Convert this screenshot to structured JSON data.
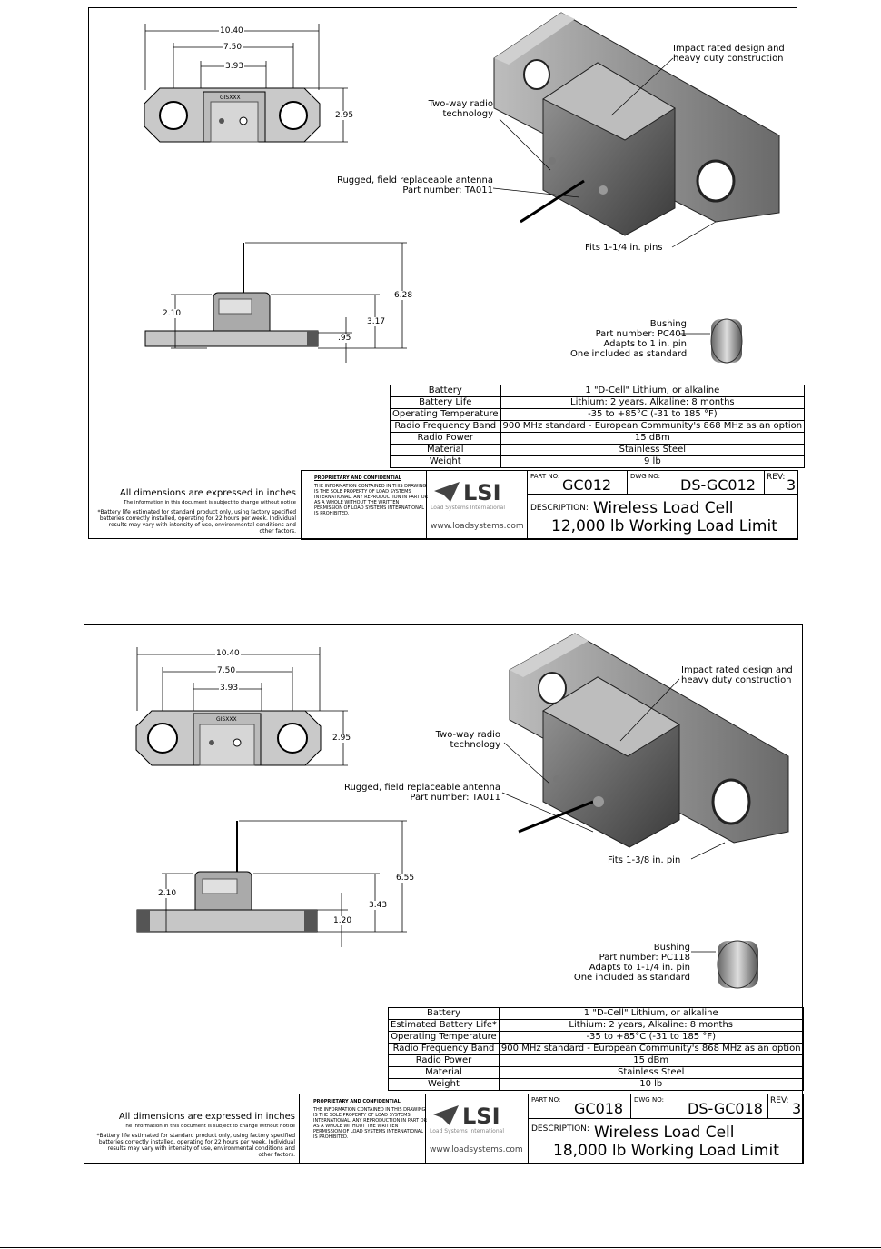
{
  "sheets": [
    {
      "dims": {
        "d1": "10.40",
        "d2": "7.50",
        "d3": "3.93",
        "height_top": "2.95",
        "antenna_total": "6.28",
        "body": "3.17",
        "housing": "2.10",
        "base": ".95"
      },
      "plate_label": "GISXXX",
      "callouts": {
        "impact": [
          "Impact rated design and",
          "heavy duty construction"
        ],
        "radio": [
          "Two-way radio",
          "technology"
        ],
        "antenna": [
          "Rugged, field replaceable antenna",
          "Part number:  TA011"
        ],
        "pins": "Fits 1-1/4 in. pins",
        "bushing": [
          "Bushing",
          "Part number: PC401",
          "Adapts to 1 in. pin",
          "One included as standard"
        ]
      },
      "specs": [
        [
          "Battery",
          "1 \"D-Cell\" Lithium, or alkaline"
        ],
        [
          "Battery Life",
          "Lithium:  2 years, Alkaline:  8 months"
        ],
        [
          "Operating Temperature",
          "-35 to +85°C (-31 to 185 °F)"
        ],
        [
          "Radio Frequency Band",
          "900 MHz standard - European Community's 868 MHz as an option"
        ],
        [
          "Radio Power",
          "15 dBm"
        ],
        [
          "Material",
          "Stainless Steel"
        ],
        [
          "Weight",
          "9 lb"
        ]
      ],
      "part_no": "GC012",
      "dwg_no": "DS-GC012",
      "rev": "3",
      "desc1": "Wireless Load Cell",
      "desc2": "12,000 lb Working Load Limit"
    },
    {
      "dims": {
        "d1": "10.40",
        "d2": "7.50",
        "d3": "3.93",
        "height_top": "2.95",
        "antenna_total": "6.55",
        "body": "3.43",
        "housing": "2.10",
        "base": "1.20"
      },
      "plate_label": "GISXXX",
      "callouts": {
        "impact": [
          "Impact rated design and",
          "heavy duty construction"
        ],
        "radio": [
          "Two-way radio",
          "technology"
        ],
        "antenna": [
          "Rugged, field replaceable antenna",
          "Part number:  TA011"
        ],
        "pins": "Fits 1-3/8 in. pin",
        "bushing": [
          "Bushing",
          "Part number:  PC118",
          "Adapts to 1-1/4 in. pin",
          "One included as standard"
        ]
      },
      "specs": [
        [
          "Battery",
          "1 \"D-Cell\" Lithium, or alkaline"
        ],
        [
          "Estimated Battery Life*",
          "Lithium:  2 years, Alkaline:  8 months"
        ],
        [
          "Operating Temperature",
          "-35 to +85°C (-31 to 185 °F)"
        ],
        [
          "Radio Frequency Band",
          "900 MHz standard - European Community's 868 MHz as an option"
        ],
        [
          "Radio Power",
          "15 dBm"
        ],
        [
          "Material",
          "Stainless Steel"
        ],
        [
          "Weight",
          "10 lb"
        ]
      ],
      "part_no": "GC018",
      "dwg_no": "DS-GC018",
      "rev": "3",
      "desc1": "Wireless Load Cell",
      "desc2": "18,000 lb Working Load Limit"
    }
  ],
  "common": {
    "dims_note": "All dimensions are expressed in inches",
    "change_note": "The information in this document is subject to change without notice",
    "battery_footnote": "*Battery life estimated for standard product only, using factory specified batteries correctly installed, operating for 22 hours per week.  Individual results may vary with intensity of use, environmental conditions and other factors.",
    "conf_title": "PROPRIETARY AND CONFIDENTIAL",
    "conf_body": "THE INFORMATION CONTAINED IN THIS DRAWING IS THE SOLE PROPERTY OF LOAD SYSTEMS INTERNATIONAL.  ANY REPRODUCTION IN PART OR AS A WHOLE WITHOUT THE WRITTEN PERMISSION OF LOAD SYSTEMS INTERNATIONAL IS PROHIBITED.",
    "logo": "LSI",
    "logo_sub": "Load Systems International",
    "website": "www.loadsystems.com",
    "part_no_label": "PART NO:",
    "dwg_no_label": "DWG NO:",
    "rev_label": "REV:",
    "desc_label": "DESCRIPTION:"
  }
}
